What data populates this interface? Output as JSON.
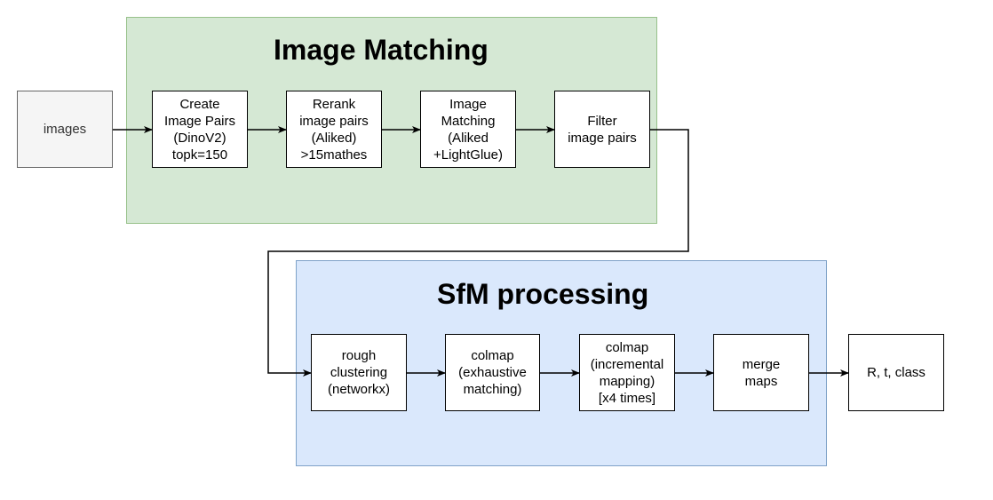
{
  "groups": {
    "matching": {
      "title": "Image Matching"
    },
    "sfm": {
      "title": "SfM processing"
    }
  },
  "nodes": {
    "images": "images",
    "create_pairs": "Create\nImage Pairs\n(DinoV2)\ntopk=150",
    "rerank": "Rerank\nimage pairs\n(Aliked)\n>15mathes",
    "matching": "Image\nMatching\n(Aliked\n+LightGlue)",
    "filter": "Filter\nimage pairs",
    "clustering": "rough\nclustering\n(networkx)",
    "colmap_exhaustive": "colmap\n(exhaustive\nmatching)",
    "colmap_incremental": "colmap\n(incremental\nmapping)\n[x4 times]",
    "merge": "merge\nmaps",
    "output": "R, t, class"
  },
  "colors": {
    "matching_fill": "#d5e8d4",
    "matching_border": "#97c18a",
    "sfm_fill": "#dae8fc",
    "sfm_border": "#7fa2c8",
    "input_fill": "#f5f5f5"
  }
}
